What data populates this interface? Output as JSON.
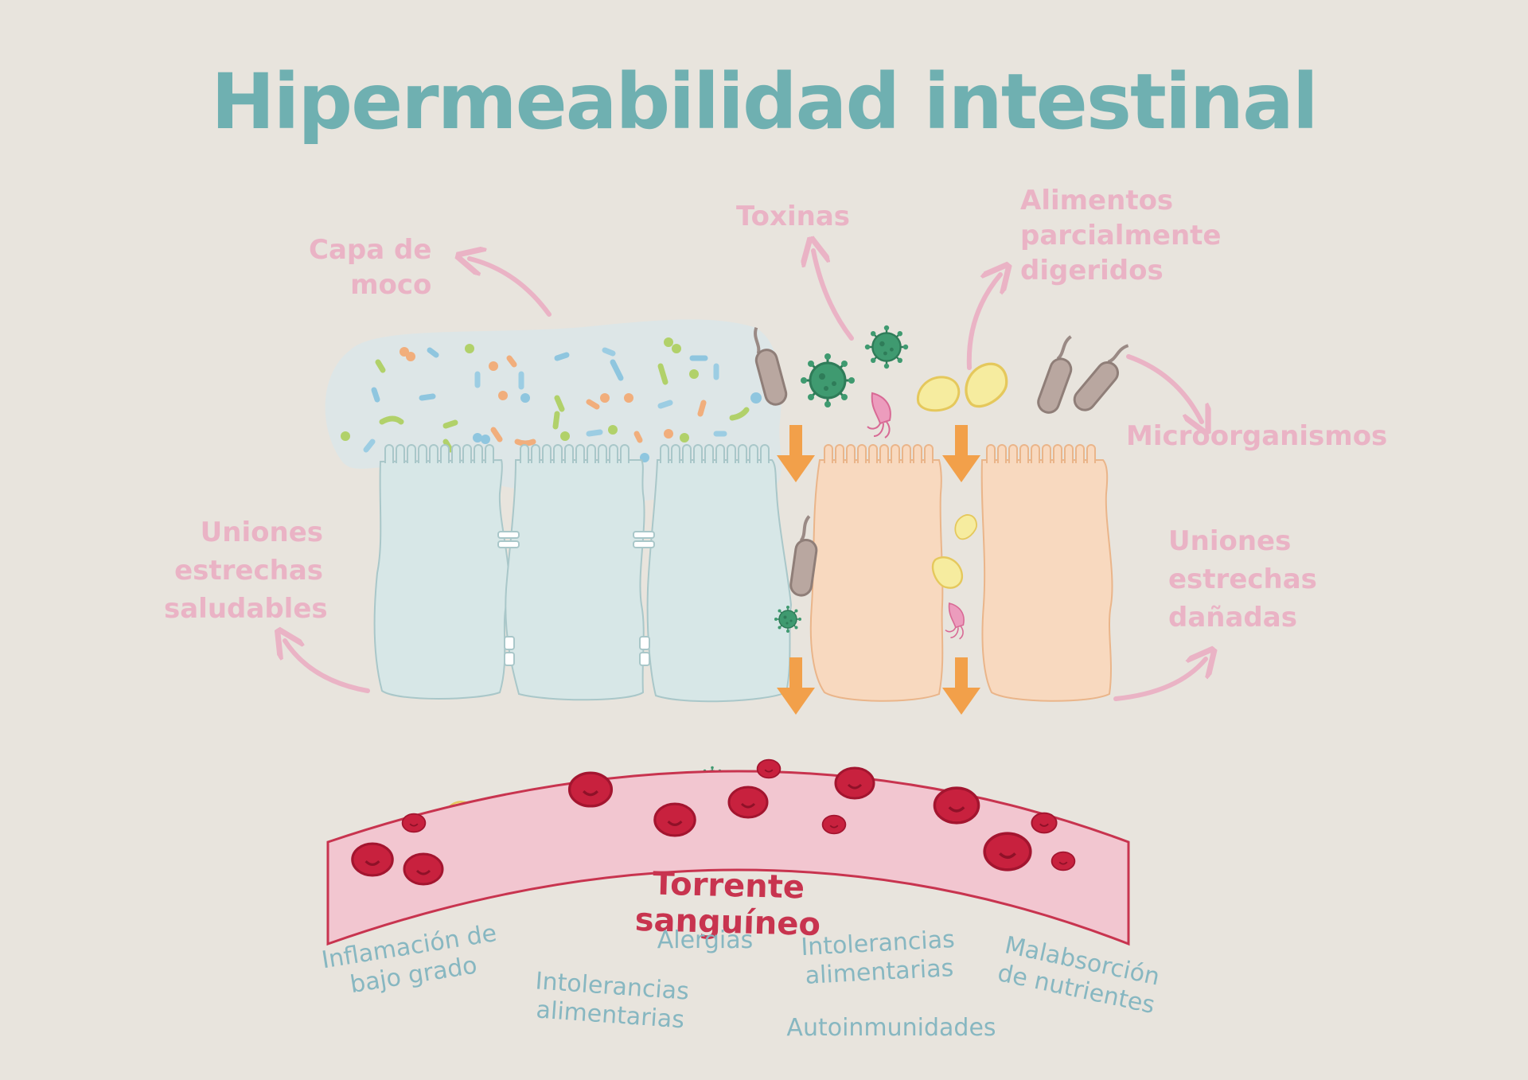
{
  "title": "Hipermeabilidad intestinal",
  "labels": {
    "mucus": "Capa de\nmoco",
    "toxins": "Toxinas",
    "foods": "Alimentos\nparcialmente\ndigeridos",
    "microorganisms": "Microorganismos",
    "healthy_junctions": "Uniones\nestrechas\nsaludables",
    "damaged_junctions": "Uniones\nestrechas\ndañadas",
    "bloodstream": "Torrente sanguíneo"
  },
  "effects": [
    "Inflamación de\nbajo grado",
    "Intolerancias\nalimentarias",
    "Alergias",
    "Intolerancias\nalimentarias",
    "Autoinmunidades",
    "Malabsorción\nde nutrientes"
  ],
  "colors": {
    "title": "#6fb0b1",
    "label": "#eab3c5",
    "effect": "#87b7c1",
    "healthy_cell": "#d7e7e7",
    "damaged_cell": "#f8d9bf",
    "arrow": "#f2a04a",
    "blood_vessel": "#f2c6d0",
    "red_cell": "#c8213e",
    "virus": "#3f9a70",
    "food_particle": "#f6ec9f"
  },
  "icons": [
    "virus-icon",
    "bacteria-icon",
    "parasite-icon",
    "food-particle-icon",
    "red-blood-cell-icon",
    "arrow-down-icon"
  ]
}
